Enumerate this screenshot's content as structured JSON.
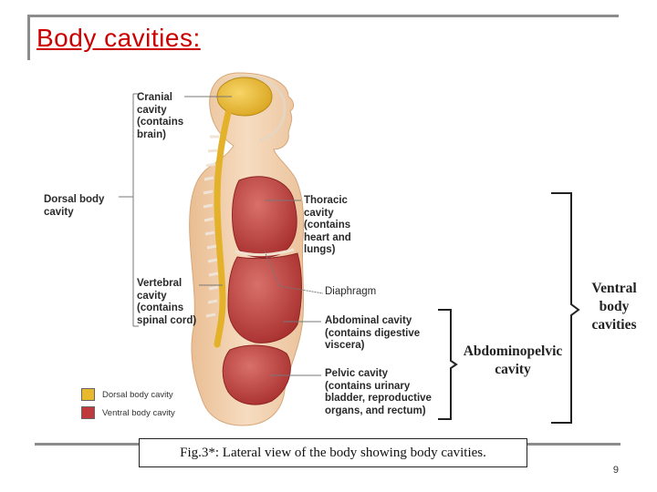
{
  "slide": {
    "title": "Body cavities:",
    "page_number": "9"
  },
  "labels": {
    "cranial": [
      "Cranial",
      "cavity",
      "(contains",
      "brain)"
    ],
    "dorsal": [
      "Dorsal body",
      "cavity"
    ],
    "vertebral": [
      "Vertebral",
      "cavity",
      "(contains",
      "spinal cord)"
    ],
    "thoracic": [
      "Thoracic",
      "cavity",
      "(contains",
      "heart and",
      "lungs)"
    ],
    "diaphragm": "Diaphragm",
    "abdominal": [
      "Abdominal cavity",
      "(contains digestive",
      "viscera)"
    ],
    "pelvic": [
      "Pelvic cavity",
      "(contains urinary",
      "bladder, reproductive",
      "organs, and rectum)"
    ],
    "abdominopelvic": [
      "Abdominopelvic",
      "cavity"
    ],
    "ventral": [
      "Ventral",
      "body",
      "cavities"
    ]
  },
  "legend": [
    {
      "label": "Dorsal body cavity",
      "color": "#e8b92c"
    },
    {
      "label": "Ventral body cavity",
      "color": "#c0393d"
    }
  ],
  "caption": "Fig.3*: Lateral view of the body showing body cavities.",
  "colors": {
    "title": "#cc0000",
    "skin": "#f2cfa8",
    "dorsal_cavity": "#e8b92c",
    "ventral_cavity": "#c0393d"
  }
}
